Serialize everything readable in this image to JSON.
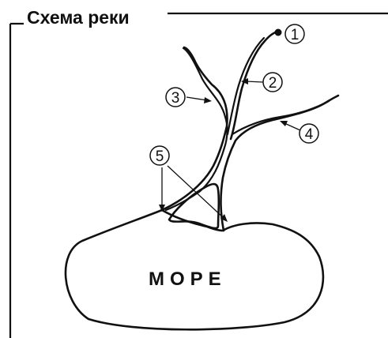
{
  "title": "Схема реки",
  "sea_label": "МОРЕ",
  "markers": [
    "1",
    "2",
    "3",
    "4",
    "5"
  ]
}
